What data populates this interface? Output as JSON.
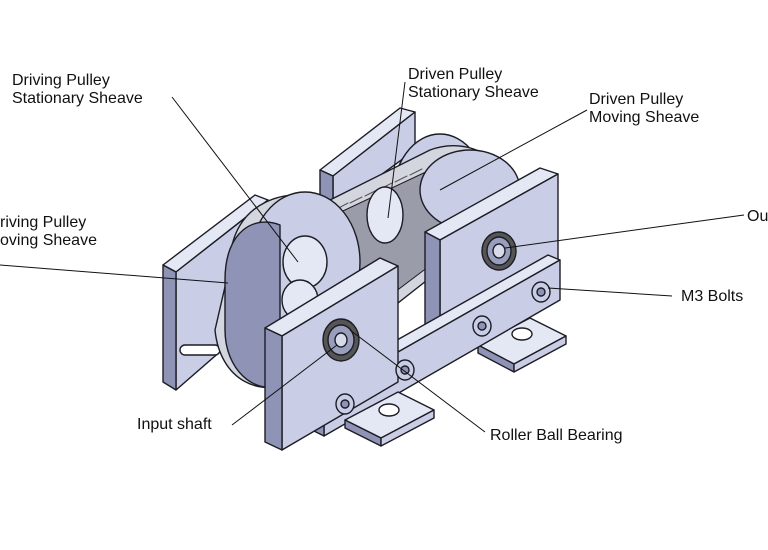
{
  "labels": {
    "driving_stationary_l1": "Driving Pulley",
    "driving_stationary_l2": "Stationary Sheave",
    "driven_stationary_l1": "Driven Pulley",
    "driven_stationary_l2": "Stationary Sheave",
    "driven_moving_l1": "Driven Pulley",
    "driven_moving_l2": "Moving Sheave",
    "driving_moving_l1": "riving Pulley",
    "driving_moving_l2": "oving Sheave",
    "output": "Ou",
    "m3_bolts": "M3 Bolts",
    "input_shaft": "Input shaft",
    "roller_bearing": "Roller Ball Bearing"
  },
  "colors": {
    "part_face": "#c9cde6",
    "part_light": "#e4e7f4",
    "part_dark": "#8f94b6",
    "edge": "#1c1c24",
    "belt": "#d4d6df",
    "belt_dark": "#9a9caa",
    "leader": "#111111"
  }
}
